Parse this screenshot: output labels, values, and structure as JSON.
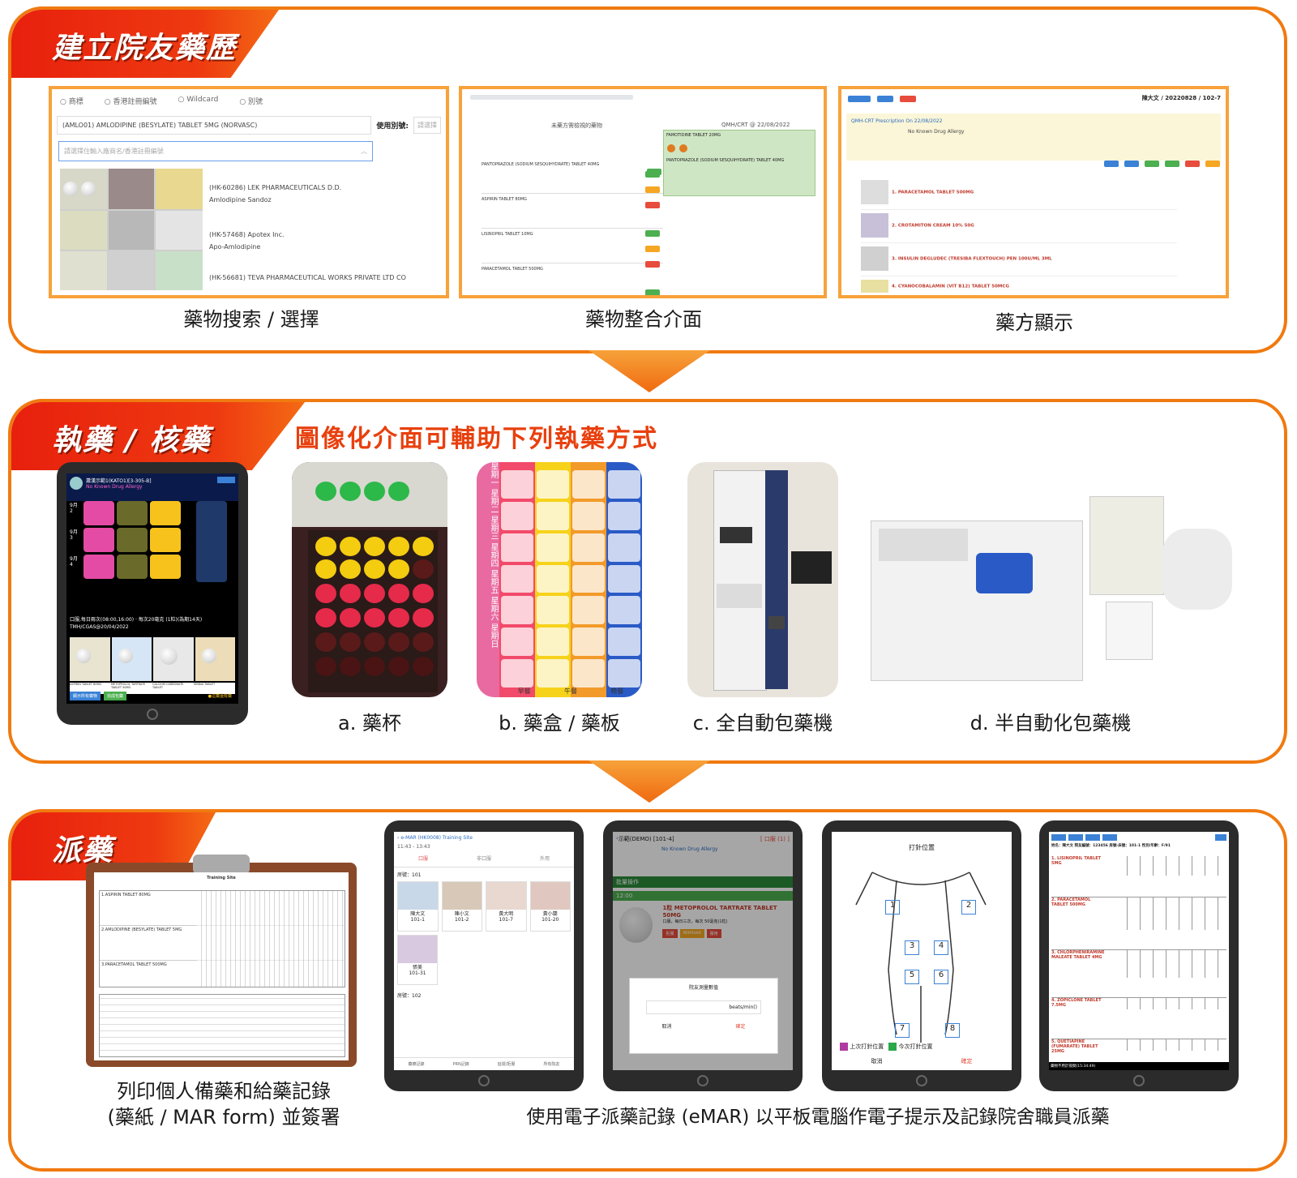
{
  "sections": {
    "build": {
      "title": "建立院友藥歷",
      "captions": [
        "藥物搜索 / 選擇",
        "藥物整合介面",
        "藥方顯示"
      ],
      "search_screen": {
        "radios": [
          "商標",
          "香港註冊編號",
          "Wildcard",
          "別號"
        ],
        "drug_field": "(AMLO01) AMLODIPINE (BESYLATE) TABLET 5MG (NORVASC)",
        "alias_label": "使用別號:",
        "alias_placeholder": "請選擇",
        "select_placeholder": "請選擇住輸入廠商名/香港註冊編號",
        "results": [
          {
            "line1": "(HK-60286) LEK PHARMACEUTICALS D.D.",
            "line2": "Amlodipine Sandoz"
          },
          {
            "line1": "(HK-57468) Apotex Inc.",
            "line2": "Apo-Amlodipine"
          },
          {
            "line1": "(HK-56681) TEVA PHARMACEUTICAL WORKS PRIVATE LTD CO",
            "line2": ""
          }
        ]
      },
      "integrate_screen": {
        "header_right": "QMH/CRT @ 22/08/2022",
        "center_title": "未藥方需檢視的藥物",
        "drugs": [
          "PANTOPRAZOLE (SODIUM SESQUIHYDRATE) TABLET 40MG",
          "ASPIRIN TABLET 80MG",
          "LISINOPRIL TABLET 10MG",
          "PARACETAMOL TABLET 500MG"
        ],
        "green_drugs": [
          "FAMOTIDINE TABLET 20MG",
          "PANTOPRAZOLE (SODIUM SESQUIHYDRATE) TABLET 40MG"
        ]
      },
      "prescription_screen": {
        "patient": "陳大文 / 20220828 / 102-7",
        "rx_title": "QMH-CRT Prescription On 22/08/2022",
        "allergy": "No Known Drug Allergy",
        "items": [
          "1. PARACETAMOL TABLET 500MG",
          "2. CROTAMITON CREAM 10% 50G",
          "3. INSULIN DEGLUDEC (TRESIBA FLEXTOUCH) PEN 100U/ML 3ML",
          "4. CYANOCOBALAMIN (VIT B12) TABLET 50MCG"
        ]
      }
    },
    "dispense": {
      "title": "執藥 / 核藥",
      "subtitle": "圖像化介面可輔助下列執藥方式",
      "captions": [
        "a. 藥杯",
        "b. 藥盒 / 藥板",
        "c. 全自動包藥機",
        "d. 半自動化包藥機"
      ],
      "tablet": {
        "header": "蕭漢示範1(KATO1)[3-305-B]",
        "allergy": "No Known Drug Allergy",
        "rows": [
          "9月 2",
          "9月 3",
          "9月 4"
        ],
        "instruction": "口服,每日兩次(08:00,16:00) · 每次20毫克 (1粒)(為期14天)",
        "source": "TMH/CGAS@20/04/2022",
        "pills": [
          "ASPIRIN TABLET 80MG",
          "METOPROLOL TARTRATE TABLET 50MG",
          "CALCIUM CARBONATE TABLET",
          "SENNA TABLET"
        ],
        "btn_left": "顯示所有藥物",
        "btn_mid": "完成包藥",
        "btn_right": "●這藥還有藥"
      },
      "box_days": [
        "星期一",
        "星期二",
        "星期三",
        "星期四",
        "星期五",
        "星期六",
        "星期日"
      ],
      "box_footer": [
        "早餐",
        "午餐",
        "晚餐"
      ]
    },
    "administer": {
      "title": "派藥",
      "caption_left": "列印個人備藥和給藥記錄\n(藥紙 / MAR form) 並簽署",
      "caption_right": "使用電子派藥記錄 (eMAR) 以平板電腦作電子提示及記錄院舍職員派藥",
      "mar_form": {
        "title": "Training Site",
        "drugs": [
          "1.ASPIRIN TABLET 80MG",
          "2.AMLODIPINE (BESYLATE) TABLET 5MG",
          "3.PARACETAMOL TABLET 500MG"
        ]
      },
      "emar1": {
        "title": "e-MAR (HK0008) Training Site",
        "time": "11:43 - 13:43",
        "tabs": [
          "口服",
          "非口服",
          "外用"
        ],
        "room": "房號：101",
        "residents": [
          {
            "name": "陳大文",
            "bed": "101-1"
          },
          {
            "name": "陳小文",
            "bed": "101-2"
          },
          {
            "name": "黃大明",
            "bed": "101-7"
          },
          {
            "name": "黃小蘭",
            "bed": "101-20"
          },
          {
            "name": "張美",
            "bed": "101-31"
          }
        ],
        "room2": "房號：102",
        "nav": [
          "藥療記錄",
          "PRN記錄",
          "延遲/拒服",
          "所有院友"
        ]
      },
      "emar2": {
        "title": "示範(DEMO) [101-4]",
        "route": "[ 口服 (1) ]",
        "allergy": "No Known Drug Allergy",
        "section": "批量操作",
        "time": "12:00",
        "drug": "1粒 METOPROLOL TARTRATE TABLET 50MG",
        "dose": "口服，每日三次，每次 50毫克(1粒)",
        "actions": [
          "拒服",
          "Withhold",
          "服用"
        ],
        "dialog_title": "院友測量數值",
        "dialog_unit": "beats/min()",
        "dialog_cancel": "取消",
        "dialog_ok": "確定"
      },
      "emar3": {
        "title": "打針位置",
        "sites": [
          "1",
          "2",
          "3",
          "4",
          "5",
          "6",
          "7",
          "8"
        ],
        "legend_last": "上次打針位置",
        "legend_this": "今次打針位置",
        "cancel": "取消",
        "ok": "確定"
      },
      "emar4": {
        "header": "姓名：陳大文  院友編號：123456  房號-床號：101-1  性別/年齡：F/91",
        "drugs": [
          "1. LISINOPRIL TABLET 5MG",
          "2. PARACETAMOL TABLET 500MG",
          "3. CHLORPHENIRAMINE MALEATE TABLET 4MG",
          "4. ZOPICLONE TABLET 7.5MG",
          "5. QUETIAPINE (FUMARATE) TABLET 25MG"
        ],
        "footer": "藥物不用於夜間(15:34:49)"
      }
    }
  },
  "colors": {
    "orange_border": "#f07a10",
    "tab_red": "#e8200e",
    "screenshot_border": "#f7a23a",
    "subtitle": "#e8400e"
  }
}
